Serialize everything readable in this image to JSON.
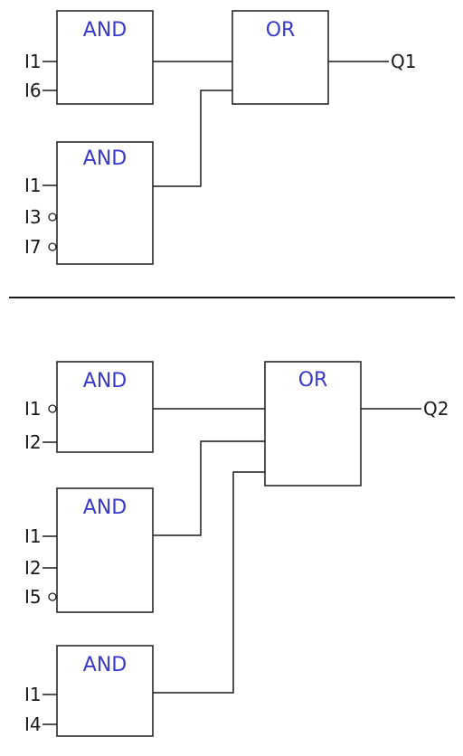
{
  "networks": [
    {
      "gates": [
        {
          "type": "AND",
          "inputs": [
            {
              "label": "I1",
              "negated": false
            },
            {
              "label": "I6",
              "negated": false
            }
          ]
        },
        {
          "type": "AND",
          "inputs": [
            {
              "label": "I1",
              "negated": false
            },
            {
              "label": "I3",
              "negated": true
            },
            {
              "label": "I7",
              "negated": true
            }
          ]
        }
      ],
      "combiner": {
        "type": "OR"
      },
      "output": "Q1"
    },
    {
      "gates": [
        {
          "type": "AND",
          "inputs": [
            {
              "label": "I1",
              "negated": true
            },
            {
              "label": "I2",
              "negated": false
            }
          ]
        },
        {
          "type": "AND",
          "inputs": [
            {
              "label": "I1",
              "negated": false
            },
            {
              "label": "I2",
              "negated": false
            },
            {
              "label": "I5",
              "negated": true
            }
          ]
        },
        {
          "type": "AND",
          "inputs": [
            {
              "label": "I1",
              "negated": false
            },
            {
              "label": "I4",
              "negated": false
            }
          ]
        }
      ],
      "combiner": {
        "type": "OR"
      },
      "output": "Q2"
    }
  ]
}
